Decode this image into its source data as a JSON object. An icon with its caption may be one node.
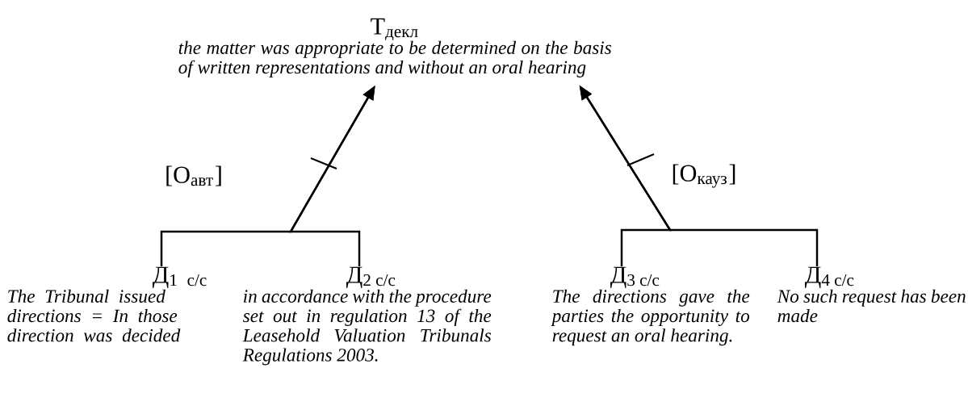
{
  "diagram": {
    "nodes": [
      {
        "text": [
          "Т$_{декл}$",
          "the matter was appropriate to be determined on the basis of written representations and without an oral hearing"
        ]
      },
      {
        "text": [
          "Д$_{1 c/c}$",
          "The Tribunal issued directions = In those direction was decided"
        ]
      },
      {
        "text": [
          "Д$_{2 c/c}$",
          "in accordance with the procedure set out in regulation 13 of the Leasehold Valuation Tribunals Regulations 2003."
        ]
      },
      {
        "text": [
          "Д$_{3 c/c}$",
          "The directions gave the parties the opportunity to request an oral hearing."
        ]
      },
      {
        "text": [
          "Д$_{4 c/c}$",
          "No such request has been made"
        ]
      }
    ],
    "edges": [
      {
        "from": 1,
        "to": 0,
        "arrow": "to",
        "label": "[О$_{авт}$]"
      },
      {
        "from": 2,
        "to": 0,
        "arrow": "to"
      },
      {
        "from": 3,
        "to": 0,
        "arrow": "to",
        "label": "[О$_{кауз}$]"
      },
      {
        "from": 4,
        "to": 0,
        "arrow": "to"
      }
    ]
  }
}
